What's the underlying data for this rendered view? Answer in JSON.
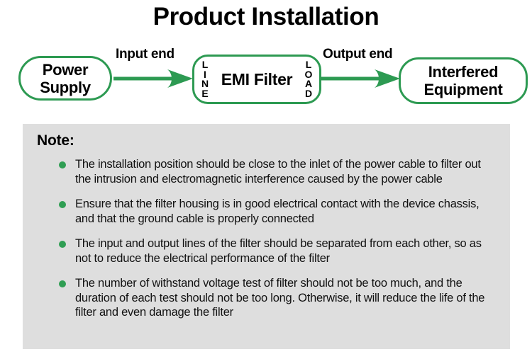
{
  "title": "Product Installation",
  "colors": {
    "accent_green": "#2d9a52",
    "bullet_green": "#2f9e53",
    "note_background": "#dedede",
    "text": "#000000",
    "page_background": "#ffffff"
  },
  "flow": {
    "nodes": [
      {
        "id": "power-supply",
        "label": "Power\nSupply"
      },
      {
        "id": "emi-filter",
        "label": "EMI Filter",
        "left_port": "LINE",
        "right_port": "LOAD"
      },
      {
        "id": "interfered-equipment",
        "label": "Interfered\nEquipment"
      }
    ],
    "connectors": [
      {
        "id": "input-arrow",
        "label": "Input end",
        "icon": "arrow-right-icon"
      },
      {
        "id": "output-arrow",
        "label": "Output end",
        "icon": "arrow-right-icon"
      }
    ]
  },
  "note": {
    "heading": "Note:",
    "items": [
      "The installation position should be close to the inlet of the power cable to filter out the intrusion and electromagnetic interference caused by the power cable",
      "Ensure that the filter housing is in good electrical contact with the device chassis, and that the ground cable is properly connected",
      "The input and output lines of the filter should be separated from each other, so as not to reduce the electrical performance of the filter",
      "The number of withstand voltage test of filter should not be too much, and the duration of each test should not be too long. Otherwise, it will reduce the life of the filter and even damage the filter"
    ]
  }
}
